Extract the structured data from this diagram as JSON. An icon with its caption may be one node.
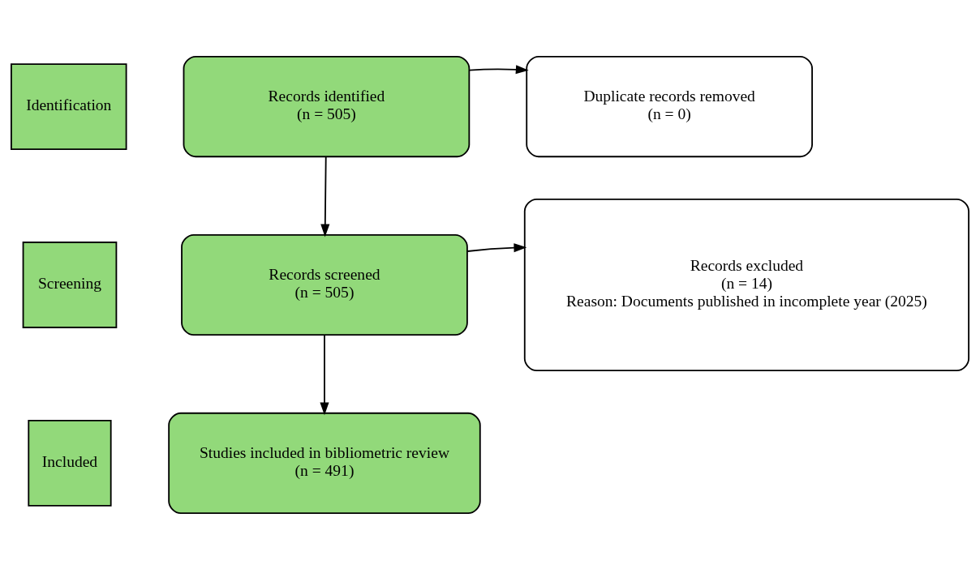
{
  "diagram": {
    "nodes": [
      {
        "text": [
          "Identification"
        ]
      },
      {
        "text": [
          "Records identified",
          "(n = 505)"
        ]
      },
      {
        "text": [
          "Duplicate records removed",
          "(n = 0)"
        ]
      },
      {
        "text": [
          "Screening"
        ]
      },
      {
        "text": [
          "Records screened",
          "(n = 505)"
        ]
      },
      {
        "text": [
          "Records excluded",
          "(n = 14)",
          "Reason: Documents published in incomplete year (2025)"
        ]
      },
      {
        "text": [
          "Included"
        ]
      },
      {
        "text": [
          "Studies included in bibliometric review",
          "(n = 491)"
        ]
      }
    ],
    "edges": [
      {
        "from": 1,
        "to": 2,
        "arrow": "to"
      },
      {
        "from": 1,
        "to": 4,
        "arrow": "to"
      },
      {
        "from": 4,
        "to": 5,
        "arrow": "to"
      },
      {
        "from": 4,
        "to": 7,
        "arrow": "to"
      }
    ]
  }
}
